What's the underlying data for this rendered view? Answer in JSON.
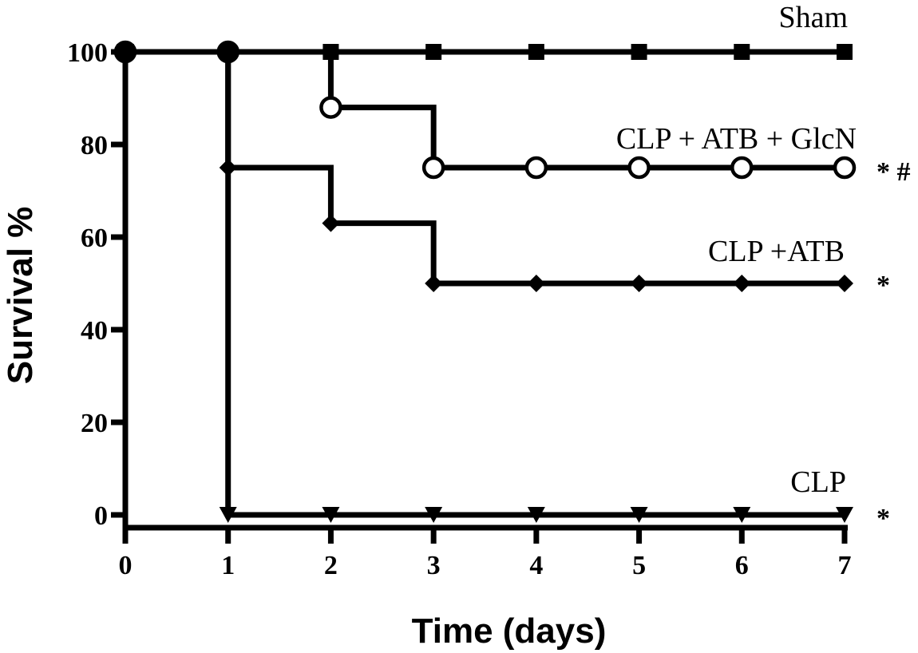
{
  "chart_data": {
    "type": "line",
    "subtype": "kaplan-meier-step",
    "title": "",
    "xlabel": "Time (days)",
    "ylabel": "Survival %",
    "xlim": [
      0,
      7
    ],
    "ylim": [
      0,
      100
    ],
    "xticks": [
      0,
      1,
      2,
      3,
      4,
      5,
      6,
      7
    ],
    "yticks": [
      0,
      20,
      40,
      60,
      80,
      100
    ],
    "grid": false,
    "legend": "inline labels at right",
    "series": [
      {
        "name": "Sham",
        "marker": "filled-square",
        "x": [
          0,
          1,
          2,
          3,
          4,
          5,
          6,
          7
        ],
        "y": [
          100,
          100,
          100,
          100,
          100,
          100,
          100,
          100
        ],
        "annotation": ""
      },
      {
        "name": "CLP + ATB + GlcN",
        "marker": "open-circle",
        "x": [
          0,
          1,
          2,
          3,
          4,
          5,
          6,
          7
        ],
        "y": [
          100,
          100,
          88,
          75,
          75,
          75,
          75,
          75
        ],
        "annotation": "* #"
      },
      {
        "name": "CLP +ATB",
        "marker": "filled-diamond",
        "x": [
          0,
          1,
          2,
          3,
          4,
          5,
          6,
          7
        ],
        "y": [
          100,
          75,
          63,
          50,
          50,
          50,
          50,
          50
        ],
        "annotation": "*"
      },
      {
        "name": "CLP",
        "marker": "filled-triangle-down",
        "x": [
          0,
          1,
          2,
          3,
          4,
          5,
          6,
          7
        ],
        "y": [
          100,
          0,
          0,
          0,
          0,
          0,
          0,
          0
        ],
        "annotation": "*"
      }
    ]
  }
}
